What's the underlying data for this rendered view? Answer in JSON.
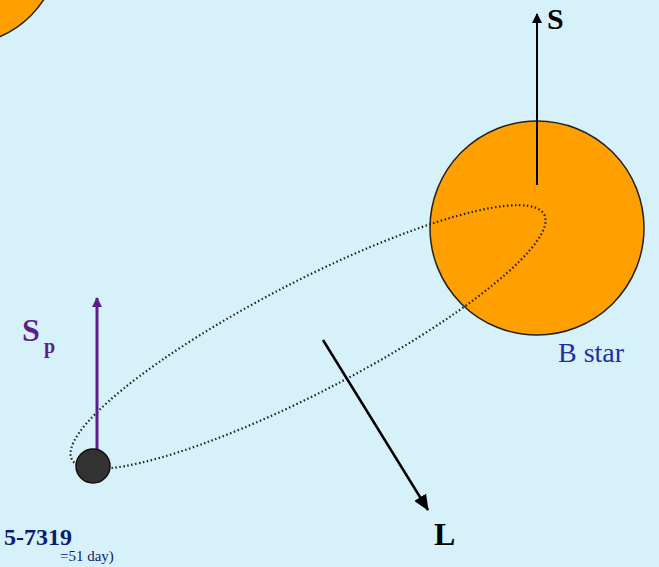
{
  "diagram": {
    "nodes": [
      {
        "text": [
          "B star"
        ]
      },
      {
        "text": [
          "5-7319",
          "=51 day)"
        ]
      }
    ],
    "labels": [
      "S",
      "S",
      "p",
      "L"
    ]
  }
}
